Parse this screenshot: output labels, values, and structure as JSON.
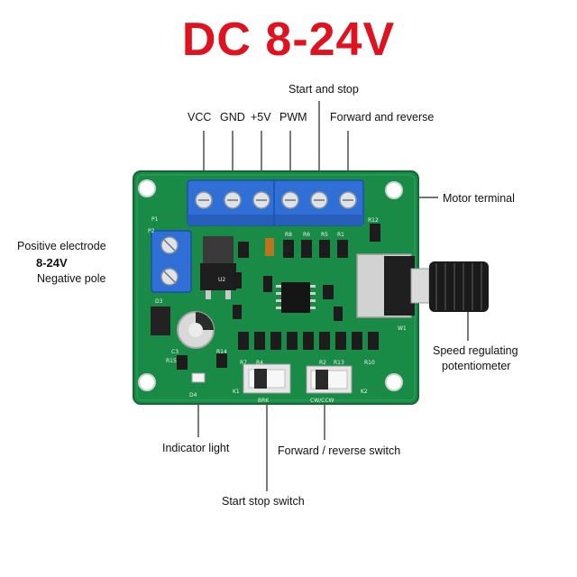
{
  "title": "DC 8-24V",
  "terminal_labels": {
    "vcc": "VCC",
    "gnd": "GND",
    "plus5v": "+5V",
    "pwm": "PWM",
    "start_stop": "Start and stop",
    "forward_reverse": "Forward and reverse"
  },
  "callouts": {
    "motor_terminal": "Motor terminal",
    "positive_electrode": "Positive electrode",
    "voltage": "8-24V",
    "negative_pole": "Negative pole",
    "speed_pot_line1": "Speed regulating",
    "speed_pot_line2": "potentiometer",
    "indicator_light": "Indicator light",
    "fwd_rev_switch": "Forward / reverse switch",
    "start_stop_switch": "Start stop switch"
  },
  "colors": {
    "title": "#e0121f",
    "pcb": "#1a8a47",
    "terminal_block": "#2f6fd6"
  }
}
